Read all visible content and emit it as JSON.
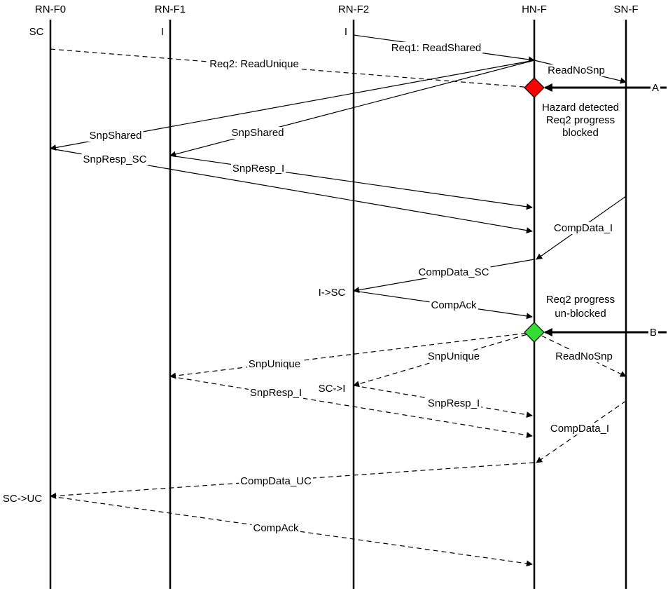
{
  "lifelines": [
    {
      "id": "rnf0",
      "name": "RN-F0"
    },
    {
      "id": "rnf1",
      "name": "RN-F1"
    },
    {
      "id": "rnf2",
      "name": "RN-F2"
    },
    {
      "id": "hnf",
      "name": "HN-F"
    },
    {
      "id": "snf",
      "name": "SN-F"
    }
  ],
  "states": [
    {
      "id": "rnf0-init",
      "text": "SC"
    },
    {
      "id": "rnf1-init",
      "text": "I"
    },
    {
      "id": "rnf2-init",
      "text": "I"
    },
    {
      "id": "rnf2-i-sc",
      "text": "I->SC"
    },
    {
      "id": "rnf2-sc-i",
      "text": "SC->I"
    },
    {
      "id": "rnf0-sc-uc",
      "text": "SC->UC"
    }
  ],
  "messages": [
    {
      "id": "req1",
      "label": "Req1: ReadShared",
      "style": "solid"
    },
    {
      "id": "req2",
      "label": "Req2: ReadUnique",
      "style": "dashed"
    },
    {
      "id": "readnosnp1",
      "label": "ReadNoSnp",
      "style": "solid"
    },
    {
      "id": "snpshared-f0",
      "label": "SnpShared",
      "style": "solid"
    },
    {
      "id": "snpshared-f1",
      "label": "SnpShared",
      "style": "solid"
    },
    {
      "id": "snpresp-sc",
      "label": "SnpResp_SC",
      "style": "solid"
    },
    {
      "id": "snpresp-i1",
      "label": "SnpResp_I",
      "style": "solid"
    },
    {
      "id": "compdata-i1",
      "label": "CompData_I",
      "style": "solid"
    },
    {
      "id": "compdata-sc",
      "label": "CompData_SC",
      "style": "solid"
    },
    {
      "id": "compack1",
      "label": "CompAck",
      "style": "solid"
    },
    {
      "id": "snpunique-f1",
      "label": "SnpUnique",
      "style": "dashed"
    },
    {
      "id": "snpunique-f2",
      "label": "SnpUnique",
      "style": "dashed"
    },
    {
      "id": "readnosnp2",
      "label": "ReadNoSnp",
      "style": "dashed"
    },
    {
      "id": "snpresp-i-f1",
      "label": "SnpResp_I",
      "style": "dashed"
    },
    {
      "id": "snpresp-i-f2",
      "label": "SnpResp_I",
      "style": "dashed"
    },
    {
      "id": "compdata-i2",
      "label": "CompData_I",
      "style": "dashed"
    },
    {
      "id": "compdata-uc",
      "label": "CompData_UC",
      "style": "dashed"
    },
    {
      "id": "compack2",
      "label": "CompAck",
      "style": "dashed"
    }
  ],
  "markers": [
    {
      "id": "hazard",
      "color": "#ff0000",
      "external_label": "A",
      "notes": [
        "Hazard detected",
        "Req2 progress",
        "blocked"
      ]
    },
    {
      "id": "unblock",
      "color": "#33dd33",
      "external_label": "B",
      "notes": [
        "Req2 progress",
        "un-blocked"
      ]
    }
  ]
}
